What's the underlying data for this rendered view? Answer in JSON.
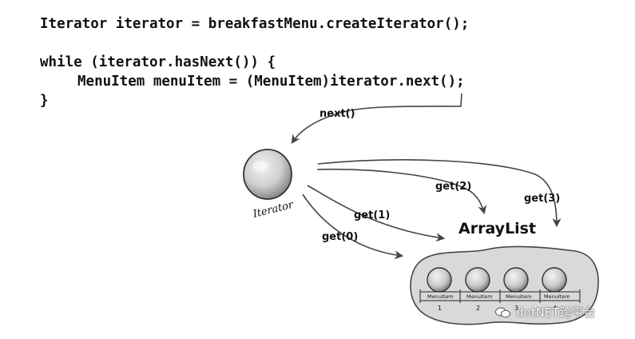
{
  "code": {
    "line1": "Iterator iterator = breakfastMenu.createIterator();",
    "line2": "while (iterator.hasNext()) {",
    "line3": "MenuItem menuItem = (MenuItem)iterator.next();",
    "line4": "}"
  },
  "diagram": {
    "next_label": "next()",
    "iterator_label": "Iterator",
    "get0_label": "get(0)",
    "get1_label": "get(1)",
    "get2_label": "get(2)",
    "get3_label": "get(3)",
    "arraylist_title": "ArrayList",
    "item_labels": [
      "MenuItem",
      "MenuItem",
      "MenuItem",
      "MenuItem"
    ],
    "index_labels": [
      "1",
      "2",
      "3",
      "4"
    ]
  },
  "watermark": {
    "text": "dotNET跨平台",
    "icon": "wechat-icon"
  }
}
